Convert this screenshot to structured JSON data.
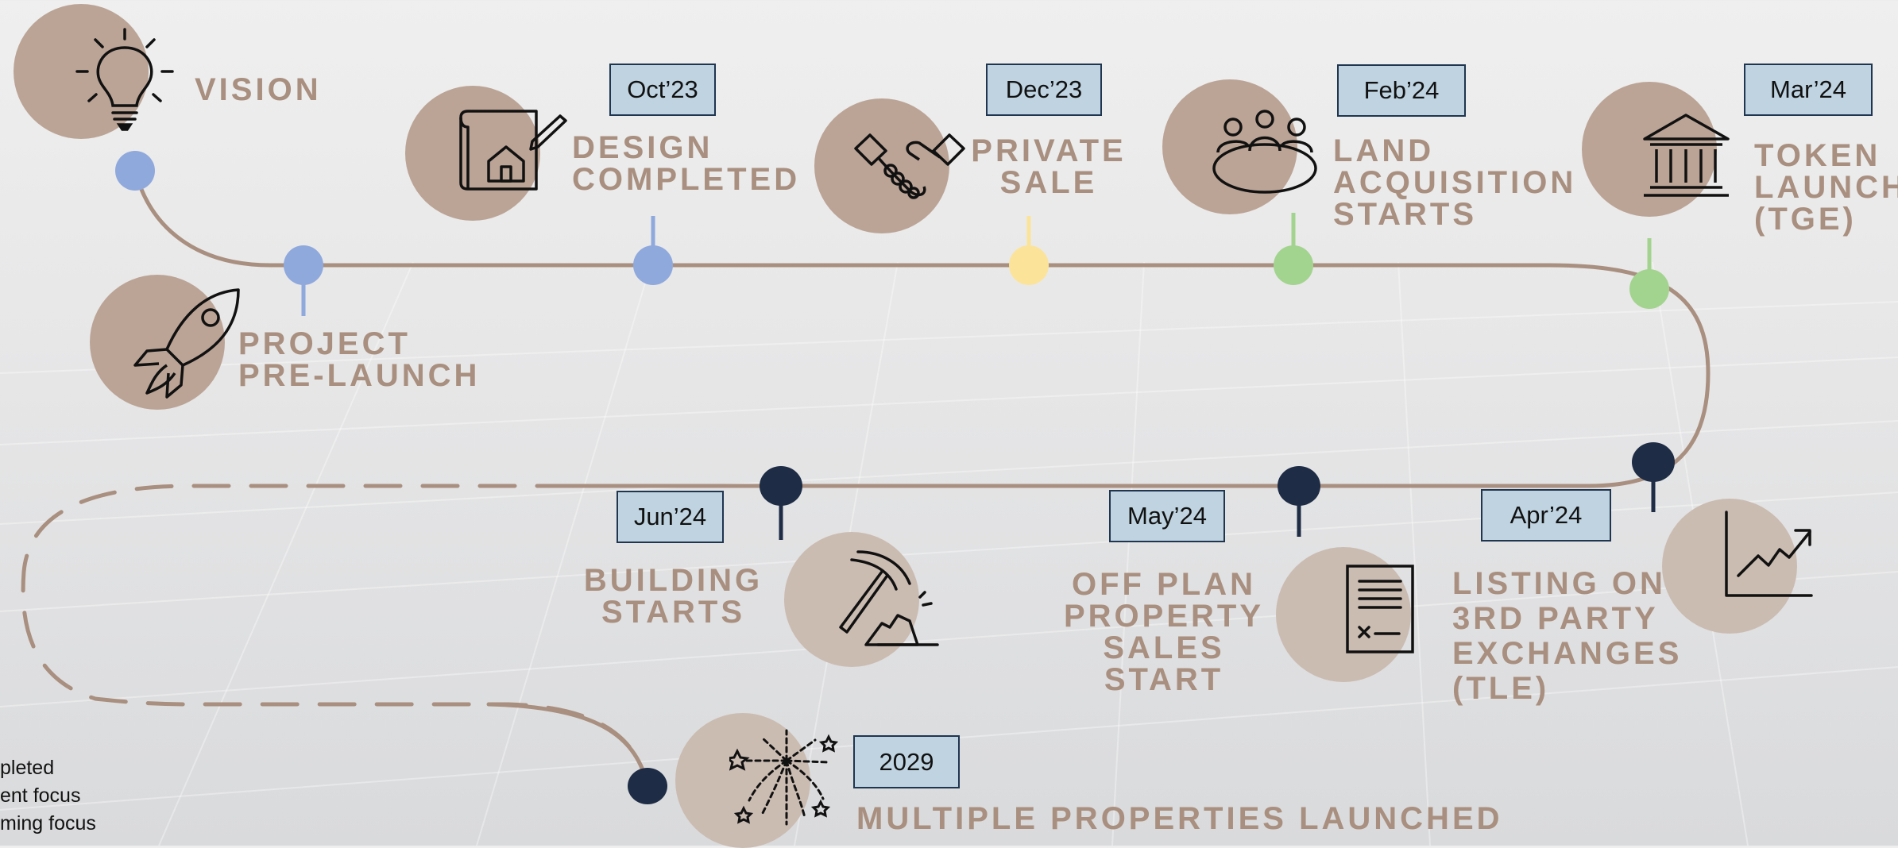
{
  "milestones": [
    {
      "key": "vision",
      "label": "VISION",
      "icon": "lightbulb-icon"
    },
    {
      "key": "prelaunch",
      "label": "PROJECT\nPRE-LAUNCH",
      "icon": "rocket-icon"
    },
    {
      "key": "design",
      "label": "DESIGN\nCOMPLETED",
      "date": "Oct’23",
      "icon": "blueprint-house-icon"
    },
    {
      "key": "private",
      "label": "PRIVATE\nSALE",
      "date": "Dec’23",
      "icon": "handshake-icon"
    },
    {
      "key": "land",
      "label": "LAND\nACQUISITION\nSTARTS",
      "date": "Feb’24",
      "icon": "meeting-table-icon"
    },
    {
      "key": "token",
      "label": "TOKEN\nLAUNCH\n(TGE)",
      "date": "Mar’24",
      "icon": "bank-icon"
    },
    {
      "key": "listing",
      "label": "LISTING ON\n3RD PARTY\nEXCHANGES\n(TLE)",
      "date": "Apr’24",
      "icon": "growth-chart-icon"
    },
    {
      "key": "offplan",
      "label": "OFF PLAN\nPROPERTY\nSALES\nSTART",
      "date": "May’24",
      "icon": "contract-icon"
    },
    {
      "key": "building",
      "label": "BUILDING\nSTARTS",
      "date": "Jun’24",
      "icon": "pickaxe-icon"
    },
    {
      "key": "multiple",
      "label": "MULTIPLE PROPERTIES LAUNCHED",
      "date": "2029",
      "icon": "fireworks-icon"
    }
  ],
  "legend": [
    "pleted",
    "ent focus",
    "ming focus"
  ],
  "colors": {
    "completed": "#8fa9dd",
    "current": "#fbe49a",
    "upcoming_focus": "#a3d48f",
    "future": "#1e2c45",
    "path": "#a98f7f",
    "circle_dark": "#bba496",
    "circle_light": "#cbbcb2",
    "date_box": "#bfd3e1"
  }
}
